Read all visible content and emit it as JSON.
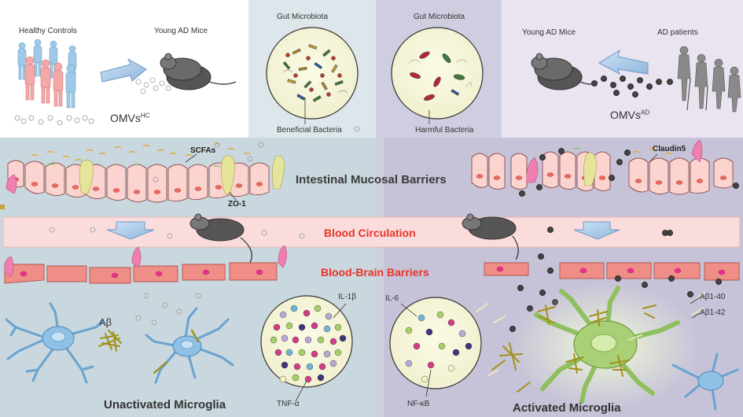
{
  "top_left": {
    "healthy_controls": "Healthy Controls",
    "young_ad_mice": "Young AD Mice",
    "omvs": "OMVs",
    "omvs_sup": "HC"
  },
  "top_middle_left": {
    "title": "Gut Microbiota",
    "caption": "Beneficial Bacteria"
  },
  "top_middle_right": {
    "title": "Gut Microbiota",
    "caption": "Harmful Bacteria"
  },
  "top_right": {
    "young_ad_mice": "Young AD Mice",
    "ad_patients": "AD patients",
    "omvs": "OMVs",
    "omvs_sup": "AD"
  },
  "gut": {
    "scfas": "SCFAs",
    "zo1": "ZO-1",
    "claudin5": "Claudin5",
    "title": "Intestinal Mucosal Barriers"
  },
  "blood": {
    "title": "Blood Circulation"
  },
  "bbb": {
    "title": "Blood-Brain Barriers"
  },
  "brain": {
    "abeta": "Aβ",
    "il1b": "IL-1β",
    "tnfa": "TNF-α",
    "il6": "IL-6",
    "nfkb": "NF-κB",
    "ab140": "Aβ1-40",
    "ab142": "Aβ1-42",
    "unactivated": "Unactivated Microglia",
    "activated": "Activated Microglia"
  },
  "colors": {
    "bg_top_left": "#ffffff",
    "bg_top_mid_left": "#dde6ea",
    "bg_top_mid_right": "#cfcde0",
    "bg_top_right": "#e9e4f0",
    "bg_left_lower": "#c9d7de",
    "bg_right_lower": "#c6c3d8",
    "blood_band": "#fadcdc",
    "cell_pink": "#fbd4d0",
    "bbb_cell": "#ef8e86",
    "title_red": "#e8342a",
    "microglia_blue": "#7fb4dc",
    "microglia_green": "#a9d077"
  }
}
